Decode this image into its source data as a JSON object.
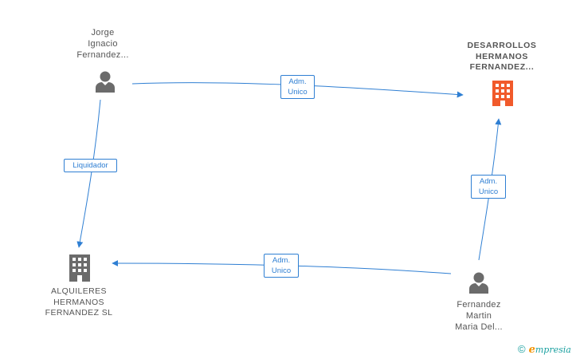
{
  "nodes": {
    "jorge": {
      "type": "person",
      "lines": [
        "Jorge",
        "Ignacio",
        "Fernandez..."
      ]
    },
    "desarrollos": {
      "type": "company",
      "highlighted": true,
      "lines": [
        "DESARROLLOS",
        "HERMANOS",
        "FERNANDEZ..."
      ]
    },
    "alquileres": {
      "type": "company",
      "lines": [
        "ALQUILERES",
        "HERMANOS",
        "FERNANDEZ SL"
      ]
    },
    "fernandez_martin": {
      "type": "person",
      "lines": [
        "Fernandez",
        "Martin",
        "Maria Del..."
      ]
    }
  },
  "edges": [
    {
      "from": "Jorge Ignacio Fernandez...",
      "to": "DESARROLLOS HERMANOS FERNANDEZ...",
      "lines": [
        "Adm.",
        "Unico"
      ]
    },
    {
      "from": "Jorge Ignacio Fernandez...",
      "to": "ALQUILERES HERMANOS FERNANDEZ SL",
      "lines": [
        "Liquidador"
      ]
    },
    {
      "from": "Fernandez Martin Maria Del...",
      "to": "DESARROLLOS HERMANOS FERNANDEZ...",
      "lines": [
        "Adm.",
        "Unico"
      ]
    },
    {
      "from": "Fernandez Martin Maria Del...",
      "to": "ALQUILERES HERMANOS FERNANDEZ SL",
      "lines": [
        "Adm.",
        "Unico"
      ]
    }
  ],
  "colors": {
    "edge": "#2f7fd3",
    "person_icon": "#6b6b6b",
    "company_icon": "#6b6b6b",
    "highlight_company_icon": "#f15a2b",
    "label_text": "#555555"
  },
  "icons": {
    "person": "person-icon",
    "company": "building-icon"
  },
  "branding": {
    "copyright_symbol": "©",
    "logo_initial": "e",
    "logo_rest": "mpresia"
  }
}
